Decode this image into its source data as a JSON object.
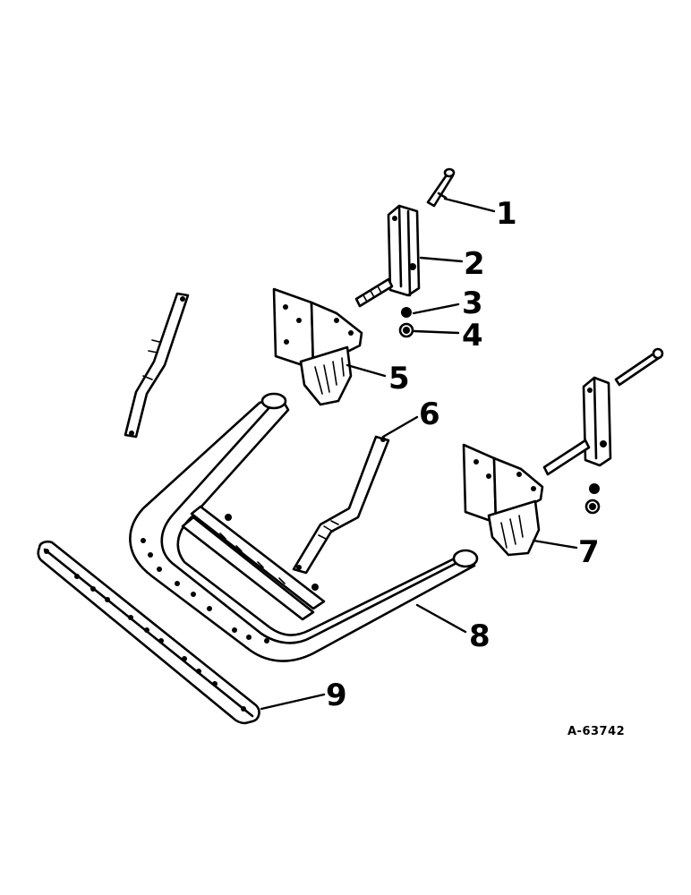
{
  "diagram": {
    "callouts": [
      "1",
      "2",
      "3",
      "4",
      "5",
      "6",
      "7",
      "8",
      "9"
    ],
    "drawing_number": "A-63742"
  }
}
